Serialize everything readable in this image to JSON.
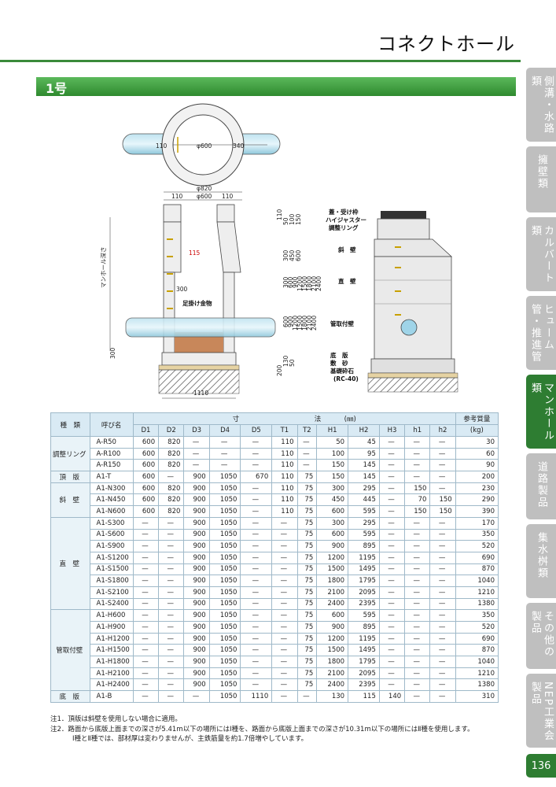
{
  "header": {
    "title": "コネクトホール"
  },
  "section": {
    "title": "1号"
  },
  "side_tabs": [
    {
      "label": "側溝・水路類",
      "active": false
    },
    {
      "label": "擁壁類",
      "active": false
    },
    {
      "label": "カルバート類",
      "active": false
    },
    {
      "label": "ヒューム管・推進管",
      "active": false
    },
    {
      "label": "マンホール類",
      "active": true
    },
    {
      "label": "道路製品",
      "active": false
    },
    {
      "label": "集水桝類",
      "active": false
    },
    {
      "label": "その他の製品",
      "active": false
    },
    {
      "label": "NEP工業会製品",
      "active": false
    }
  ],
  "drawing": {
    "top_view": {
      "d600": "φ600",
      "left": "110",
      "right": "340"
    },
    "dims_top": {
      "d820": "φ820",
      "d600": "φ600",
      "l110": "110",
      "r110": "110"
    },
    "label_115": "115",
    "label_300": "300",
    "label_300b": "300",
    "label_1110": "1110",
    "depth_label": "マンホール深さ",
    "right_dims_1": [
      "110",
      "50",
      "100",
      "150"
    ],
    "right_dims_2": [
      "300",
      "450",
      "600"
    ],
    "right_dims_3": [
      "300",
      "600",
      "900",
      "1200",
      "1500",
      "1800",
      "2100",
      "2400"
    ],
    "right_dims_4": [
      "600",
      "900",
      "1200",
      "1500",
      "1800",
      "2100",
      "2400"
    ],
    "right_dims_5": [
      "130",
      "50"
    ],
    "right_dims_6": [
      "200"
    ],
    "ladder_label": "足掛け金物",
    "parts": {
      "p1": "蓋・受け枠",
      "p2": "ハイジャスター",
      "p3": "調整リング",
      "p4": "斜　壁",
      "p5": "直　壁",
      "p6": "管取付壁",
      "p7": "底　版",
      "p8": "敷　砂",
      "p9": "基礎砕石",
      "p10": "(RC-40)"
    }
  },
  "table": {
    "head_kind": "種　類",
    "head_name": "呼び名",
    "head_dim": "寸",
    "head_dim2": "法",
    "head_unit": "(㎜)",
    "head_mass": "参考質量",
    "head_mass_unit": "(kg)",
    "columns": [
      "D1",
      "D2",
      "D3",
      "D4",
      "D5",
      "T1",
      "T2",
      "H1",
      "H2",
      "H3",
      "h1",
      "h2"
    ],
    "groups": [
      {
        "kind": "調整リング",
        "rows": [
          {
            "name": "A-R50",
            "vals": [
              "600",
              "820",
              "—",
              "—",
              "—",
              "110",
              "—",
              "50",
              "45",
              "—",
              "—",
              "—"
            ],
            "mass": "30"
          },
          {
            "name": "A-R100",
            "vals": [
              "600",
              "820",
              "—",
              "—",
              "—",
              "110",
              "—",
              "100",
              "95",
              "—",
              "—",
              "—"
            ],
            "mass": "60"
          },
          {
            "name": "A-R150",
            "vals": [
              "600",
              "820",
              "—",
              "—",
              "—",
              "110",
              "—",
              "150",
              "145",
              "—",
              "—",
              "—"
            ],
            "mass": "90"
          }
        ]
      },
      {
        "kind": "頂　版",
        "rows": [
          {
            "name": "A1-T",
            "vals": [
              "600",
              "—",
              "900",
              "1050",
              "670",
              "110",
              "75",
              "150",
              "145",
              "—",
              "—",
              "—"
            ],
            "mass": "200"
          }
        ]
      },
      {
        "kind": "斜　壁",
        "rows": [
          {
            "name": "A1-N300",
            "vals": [
              "600",
              "820",
              "900",
              "1050",
              "—",
              "110",
              "75",
              "300",
              "295",
              "—",
              "150",
              "—"
            ],
            "mass": "230"
          },
          {
            "name": "A1-N450",
            "vals": [
              "600",
              "820",
              "900",
              "1050",
              "—",
              "110",
              "75",
              "450",
              "445",
              "—",
              "70",
              "150"
            ],
            "mass": "290"
          },
          {
            "name": "A1-N600",
            "vals": [
              "600",
              "820",
              "900",
              "1050",
              "—",
              "110",
              "75",
              "600",
              "595",
              "—",
              "150",
              "150"
            ],
            "mass": "390"
          }
        ]
      },
      {
        "kind": "直　壁",
        "rows": [
          {
            "name": "A1-S300",
            "vals": [
              "—",
              "—",
              "900",
              "1050",
              "—",
              "—",
              "75",
              "300",
              "295",
              "—",
              "—",
              "—"
            ],
            "mass": "170"
          },
          {
            "name": "A1-S600",
            "vals": [
              "—",
              "—",
              "900",
              "1050",
              "—",
              "—",
              "75",
              "600",
              "595",
              "—",
              "—",
              "—"
            ],
            "mass": "350"
          },
          {
            "name": "A1-S900",
            "vals": [
              "—",
              "—",
              "900",
              "1050",
              "—",
              "—",
              "75",
              "900",
              "895",
              "—",
              "—",
              "—"
            ],
            "mass": "520"
          },
          {
            "name": "A1-S1200",
            "vals": [
              "—",
              "—",
              "900",
              "1050",
              "—",
              "—",
              "75",
              "1200",
              "1195",
              "—",
              "—",
              "—"
            ],
            "mass": "690"
          },
          {
            "name": "A1-S1500",
            "vals": [
              "—",
              "—",
              "900",
              "1050",
              "—",
              "—",
              "75",
              "1500",
              "1495",
              "—",
              "—",
              "—"
            ],
            "mass": "870"
          },
          {
            "name": "A1-S1800",
            "vals": [
              "—",
              "—",
              "900",
              "1050",
              "—",
              "—",
              "75",
              "1800",
              "1795",
              "—",
              "—",
              "—"
            ],
            "mass": "1040"
          },
          {
            "name": "A1-S2100",
            "vals": [
              "—",
              "—",
              "900",
              "1050",
              "—",
              "—",
              "75",
              "2100",
              "2095",
              "—",
              "—",
              "—"
            ],
            "mass": "1210"
          },
          {
            "name": "A1-S2400",
            "vals": [
              "—",
              "—",
              "900",
              "1050",
              "—",
              "—",
              "75",
              "2400",
              "2395",
              "—",
              "—",
              "—"
            ],
            "mass": "1380"
          }
        ]
      },
      {
        "kind": "管取付壁",
        "rows": [
          {
            "name": "A1-H600",
            "vals": [
              "—",
              "—",
              "900",
              "1050",
              "—",
              "—",
              "75",
              "600",
              "595",
              "—",
              "—",
              "—"
            ],
            "mass": "350"
          },
          {
            "name": "A1-H900",
            "vals": [
              "—",
              "—",
              "900",
              "1050",
              "—",
              "—",
              "75",
              "900",
              "895",
              "—",
              "—",
              "—"
            ],
            "mass": "520"
          },
          {
            "name": "A1-H1200",
            "vals": [
              "—",
              "—",
              "900",
              "1050",
              "—",
              "—",
              "75",
              "1200",
              "1195",
              "—",
              "—",
              "—"
            ],
            "mass": "690"
          },
          {
            "name": "A1-H1500",
            "vals": [
              "—",
              "—",
              "900",
              "1050",
              "—",
              "—",
              "75",
              "1500",
              "1495",
              "—",
              "—",
              "—"
            ],
            "mass": "870"
          },
          {
            "name": "A1-H1800",
            "vals": [
              "—",
              "—",
              "900",
              "1050",
              "—",
              "—",
              "75",
              "1800",
              "1795",
              "—",
              "—",
              "—"
            ],
            "mass": "1040"
          },
          {
            "name": "A1-H2100",
            "vals": [
              "—",
              "—",
              "900",
              "1050",
              "—",
              "—",
              "75",
              "2100",
              "2095",
              "—",
              "—",
              "—"
            ],
            "mass": "1210"
          },
          {
            "name": "A1-H2400",
            "vals": [
              "—",
              "—",
              "900",
              "1050",
              "—",
              "—",
              "75",
              "2400",
              "2395",
              "—",
              "—",
              "—"
            ],
            "mass": "1380"
          }
        ]
      },
      {
        "kind": "底　版",
        "rows": [
          {
            "name": "A1-B",
            "vals": [
              "—",
              "—",
              "—",
              "1050",
              "1110",
              "—",
              "—",
              "130",
              "115",
              "140",
              "—",
              "—"
            ],
            "mass": "310"
          }
        ]
      }
    ]
  },
  "notes": [
    "注1．頂版は斜壁を使用しない場合に適用。",
    "注2．路面から底版上面までの深さが5.41m以下の場所にはⅠ種を、路面から底版上面までの深さが10.31m以下の場所にはⅡ種を使用します。",
    "Ⅰ種とⅡ種では、部材厚は変わりませんが、主鉄筋量を約1.7倍増やしています。"
  ],
  "page_number": "136",
  "colors": {
    "accent": "#2e7d32",
    "tab_inactive": "#bfbfbf",
    "table_header": "#d9eaf4"
  }
}
